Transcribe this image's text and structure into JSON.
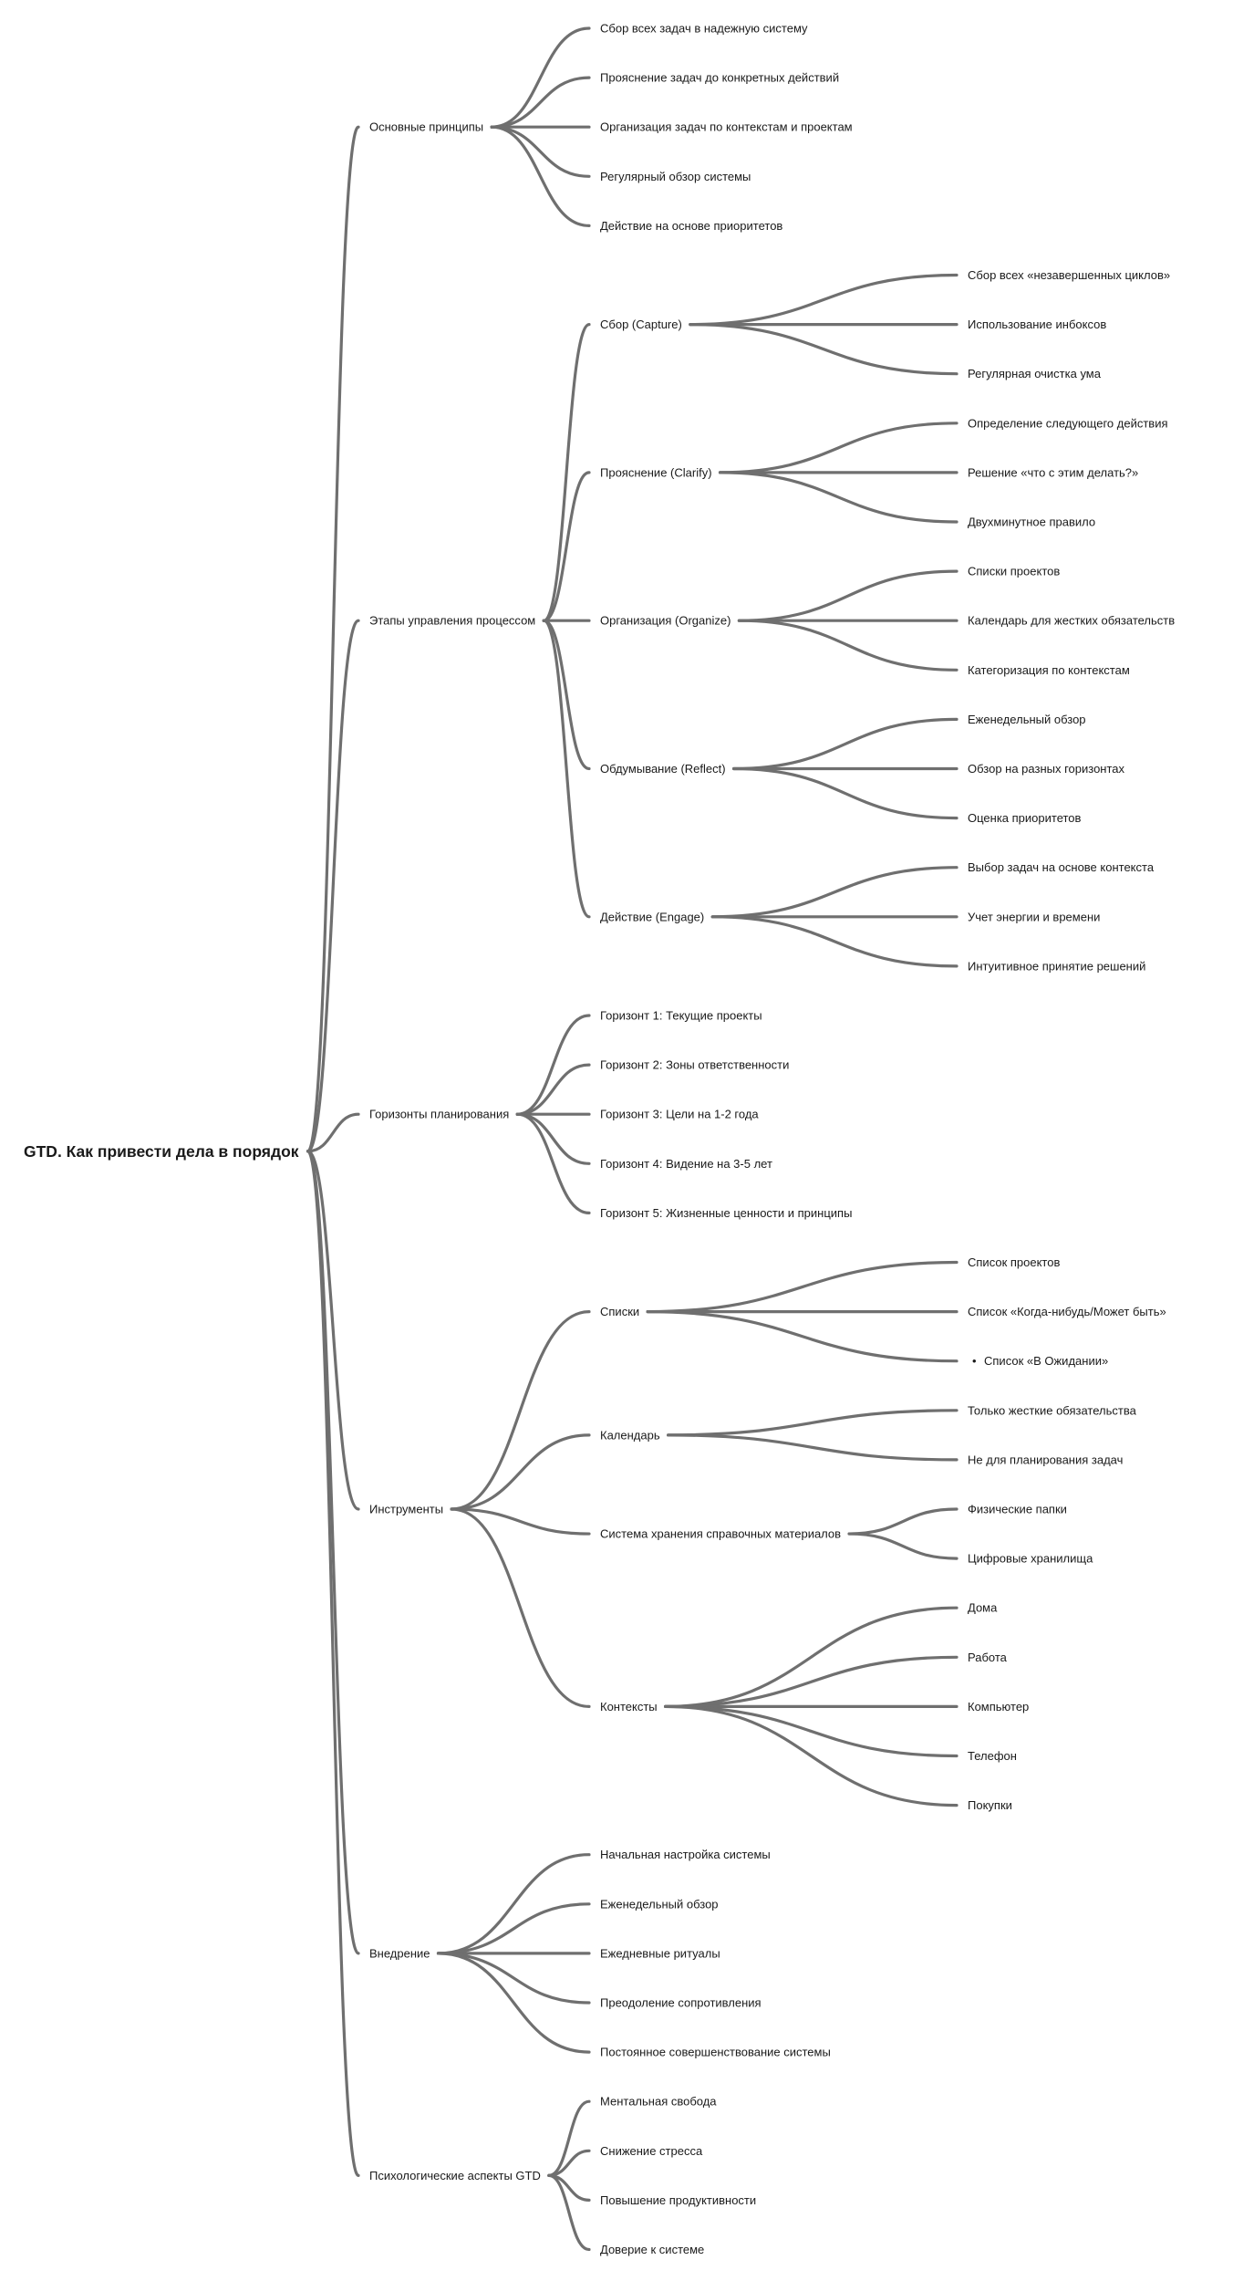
{
  "mindmap": {
    "root": {
      "label": "GTD. Как привести дела в порядок",
      "children": [
        {
          "label": "Основные принципы",
          "children": [
            {
              "label": "Сбор всех задач в надежную систему"
            },
            {
              "label": "Прояснение задач до конкретных действий"
            },
            {
              "label": "Организация задач по контекстам и проектам"
            },
            {
              "label": "Регулярный обзор системы"
            },
            {
              "label": "Действие на основе приоритетов"
            }
          ]
        },
        {
          "label": "Этапы управления процессом",
          "children": [
            {
              "label": "Сбор (Capture)",
              "children": [
                {
                  "label": "Сбор всех «незавершенных циклов»"
                },
                {
                  "label": "Использование инбоксов"
                },
                {
                  "label": "Регулярная очистка ума"
                }
              ]
            },
            {
              "label": "Прояснение (Clarify)",
              "children": [
                {
                  "label": "Определение следующего действия"
                },
                {
                  "label": "Решение «что с этим делать?»"
                },
                {
                  "label": "Двухминутное правило"
                }
              ]
            },
            {
              "label": "Организация (Organize)",
              "children": [
                {
                  "label": "Списки проектов"
                },
                {
                  "label": "Календарь для жестких обязательств"
                },
                {
                  "label": "Категоризация по контекстам"
                }
              ]
            },
            {
              "label": "Обдумывание (Reflect)",
              "children": [
                {
                  "label": "Еженедельный обзор"
                },
                {
                  "label": "Обзор на разных горизонтах"
                },
                {
                  "label": "Оценка приоритетов"
                }
              ]
            },
            {
              "label": "Действие (Engage)",
              "children": [
                {
                  "label": "Выбор задач на основе контекста"
                },
                {
                  "label": "Учет энергии и времени"
                },
                {
                  "label": "Интуитивное принятие решений"
                }
              ]
            }
          ]
        },
        {
          "label": "Горизонты планирования",
          "children": [
            {
              "label": "Горизонт 1: Текущие проекты"
            },
            {
              "label": "Горизонт 2: Зоны ответственности"
            },
            {
              "label": "Горизонт 3: Цели на 1-2 года"
            },
            {
              "label": "Горизонт 4: Видение на 3-5 лет"
            },
            {
              "label": "Горизонт 5: Жизненные ценности и принципы"
            }
          ]
        },
        {
          "label": "Инструменты",
          "children": [
            {
              "label": "Списки",
              "children": [
                {
                  "label": "Список проектов"
                },
                {
                  "label": "Список «Когда-нибудь/Может быть»"
                },
                {
                  "label": "Список «В Ожидании»",
                  "bullet": "•"
                }
              ]
            },
            {
              "label": "Календарь",
              "children": [
                {
                  "label": "Только жесткие обязательства"
                },
                {
                  "label": "Не для планирования задач"
                }
              ]
            },
            {
              "label": "Система хранения справочных материалов",
              "children": [
                {
                  "label": "Физические папки"
                },
                {
                  "label": "Цифровые хранилища"
                }
              ]
            },
            {
              "label": "Контексты",
              "children": [
                {
                  "label": "Дома"
                },
                {
                  "label": "Работа"
                },
                {
                  "label": "Компьютер"
                },
                {
                  "label": "Телефон"
                },
                {
                  "label": "Покупки"
                }
              ]
            }
          ]
        },
        {
          "label": "Внедрение",
          "children": [
            {
              "label": "Начальная настройка системы"
            },
            {
              "label": "Еженедельный обзор"
            },
            {
              "label": "Ежедневные ритуалы"
            },
            {
              "label": "Преодоление сопротивления"
            },
            {
              "label": "Постоянное совершенствование системы"
            }
          ]
        },
        {
          "label": "Психологические аспекты GTD",
          "children": [
            {
              "label": "Ментальная свобода"
            },
            {
              "label": "Снижение стресса"
            },
            {
              "label": "Повышение продуктивности"
            },
            {
              "label": "Доверие к системе"
            }
          ]
        }
      ]
    }
  }
}
